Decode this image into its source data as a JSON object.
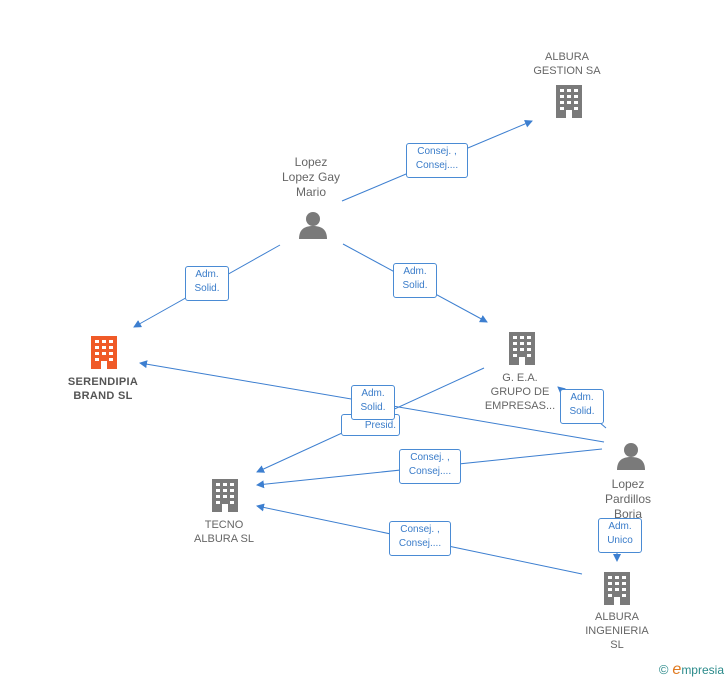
{
  "nodes": {
    "albura_gestion": [
      "ALBURA",
      "GESTION SA"
    ],
    "lopez_mario": [
      "Lopez",
      "Lopez Gay",
      "Mario"
    ],
    "serendipia": [
      "SERENDIPIA",
      "BRAND  SL"
    ],
    "gea": [
      "G. E.A.",
      "GRUPO DE",
      "EMPRESAS..."
    ],
    "lopez_borja": [
      "Lopez",
      "Pardillos",
      "Borja"
    ],
    "tecno": [
      "TECNO",
      "ALBURA  SL"
    ],
    "albura_ing": [
      "ALBURA",
      "INGENIERIA",
      "SL"
    ]
  },
  "relations": {
    "r1": [
      "Consej. ,",
      "Consej...."
    ],
    "r2": [
      "Adm.",
      "Solid."
    ],
    "r3": [
      "Adm.",
      "Solid."
    ],
    "r4": [
      "Adm.",
      "Solid."
    ],
    "r5": [
      "Presid."
    ],
    "r6": [
      "Adm.",
      "Solid."
    ],
    "r7": [
      "Consej. ,",
      "Consej...."
    ],
    "r8": [
      "Consej. ,",
      "Consej...."
    ],
    "r9": [
      "Adm.",
      "Unico"
    ]
  },
  "footer": {
    "copyright": "©",
    "brand_e": "e",
    "brand_rest": "mpresia"
  },
  "colors": {
    "edge": "#3d7fd0",
    "building": "#7a7a7a",
    "building_main": "#f05a28",
    "person": "#7a7a7a"
  }
}
